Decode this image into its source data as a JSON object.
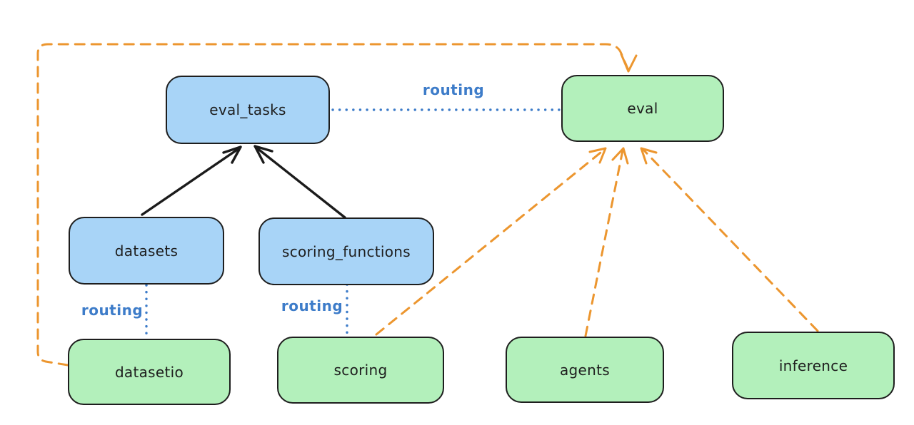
{
  "diagram": {
    "type": "architecture-routing-diagram",
    "colors": {
      "background": "#ffffff",
      "box_border": "#1e1e1e",
      "blue_fill": "#a8d4f7",
      "green_fill": "#b3f0bb",
      "orange": "#ec962f",
      "routing_blue": "#3d7cc9",
      "black_arrow": "#1b1b1b",
      "text": "#1e1e1e"
    },
    "nodes": [
      {
        "id": "eval_tasks",
        "label": "eval_tasks",
        "fill": "blue"
      },
      {
        "id": "eval",
        "label": "eval",
        "fill": "green"
      },
      {
        "id": "datasets",
        "label": "datasets",
        "fill": "blue"
      },
      {
        "id": "scoring_functions",
        "label": "scoring_functions",
        "fill": "blue"
      },
      {
        "id": "datasetio",
        "label": "datasetio",
        "fill": "green"
      },
      {
        "id": "scoring",
        "label": "scoring",
        "fill": "green"
      },
      {
        "id": "agents",
        "label": "agents",
        "fill": "green"
      },
      {
        "id": "inference",
        "label": "inference",
        "fill": "green"
      }
    ],
    "edges": [
      {
        "from": "datasets",
        "to": "eval_tasks",
        "style": "solid-arrow",
        "color": "black"
      },
      {
        "from": "scoring_functions",
        "to": "eval_tasks",
        "style": "solid-arrow",
        "color": "black"
      },
      {
        "from": "eval_tasks",
        "to": "eval",
        "style": "dotted",
        "color": "blue",
        "label": "routing"
      },
      {
        "from": "datasets",
        "to": "datasetio",
        "style": "dotted",
        "color": "blue",
        "label": "routing"
      },
      {
        "from": "scoring_functions",
        "to": "scoring",
        "style": "dotted",
        "color": "blue",
        "label": "routing"
      },
      {
        "from": "datasetio",
        "to": "eval",
        "style": "dashed-arrow",
        "color": "orange"
      },
      {
        "from": "scoring",
        "to": "eval",
        "style": "dashed-arrow",
        "color": "orange"
      },
      {
        "from": "agents",
        "to": "eval",
        "style": "dashed-arrow",
        "color": "orange"
      },
      {
        "from": "inference",
        "to": "eval",
        "style": "dashed-arrow",
        "color": "orange"
      }
    ]
  }
}
